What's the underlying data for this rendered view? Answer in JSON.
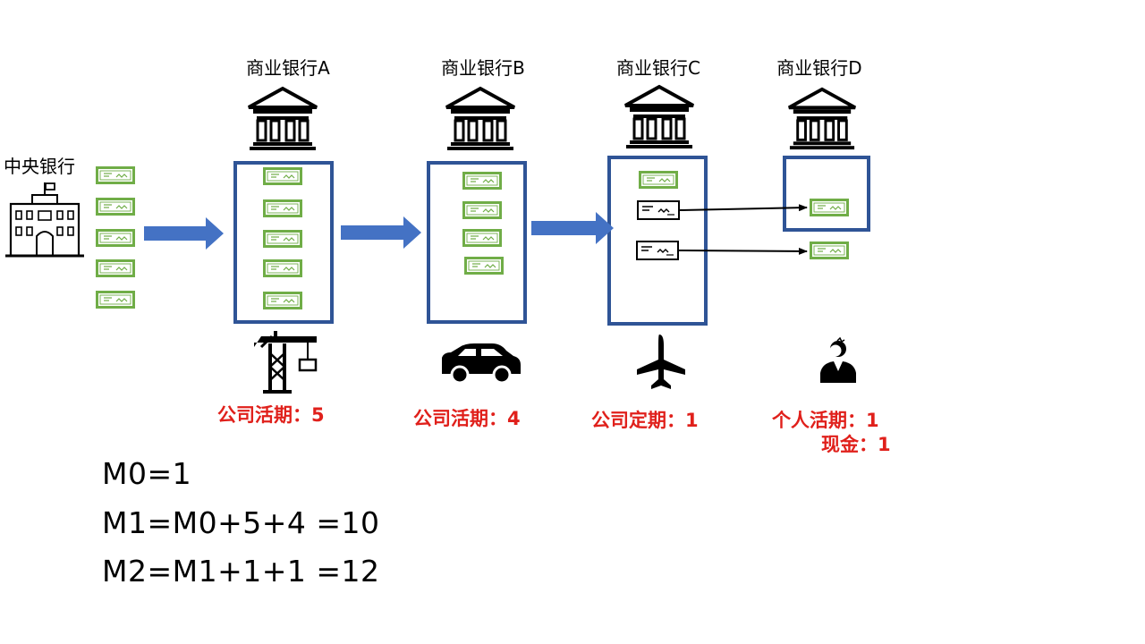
{
  "central_bank": {
    "label": "中央银行",
    "icon": "government-building-icon",
    "notes_count": 5
  },
  "banks": [
    {
      "id": "A",
      "name": "商业银行A",
      "icon": "bank-icon",
      "reserve_notes": 5,
      "business_icon": "tower-crane-icon",
      "account": "公司活期：5"
    },
    {
      "id": "B",
      "name": "商业银行B",
      "icon": "bank-icon",
      "reserve_notes": 4,
      "business_icon": "car-icon",
      "account": "公司活期：4"
    },
    {
      "id": "C",
      "name": "商业银行C",
      "icon": "bank-icon",
      "reserve_notes": 1,
      "checks": 2,
      "business_icon": "airplane-icon",
      "account": "公司定期：1"
    },
    {
      "id": "D",
      "name": "商业银行D",
      "icon": "bank-icon",
      "reserve_notes": 1,
      "business_icon": "person-icon",
      "account_lines": [
        "个人活期：1",
        "现金：1"
      ]
    }
  ],
  "formulas": {
    "m0": "M0=1",
    "m1": "M1=M0+5+4 =10",
    "m2": "M2=M1+1+1 =12"
  },
  "colors": {
    "box_border": "#2f5496",
    "flow_arrow": "#4472c4",
    "note_green": "#70ad47",
    "account_text": "#e0201b"
  }
}
